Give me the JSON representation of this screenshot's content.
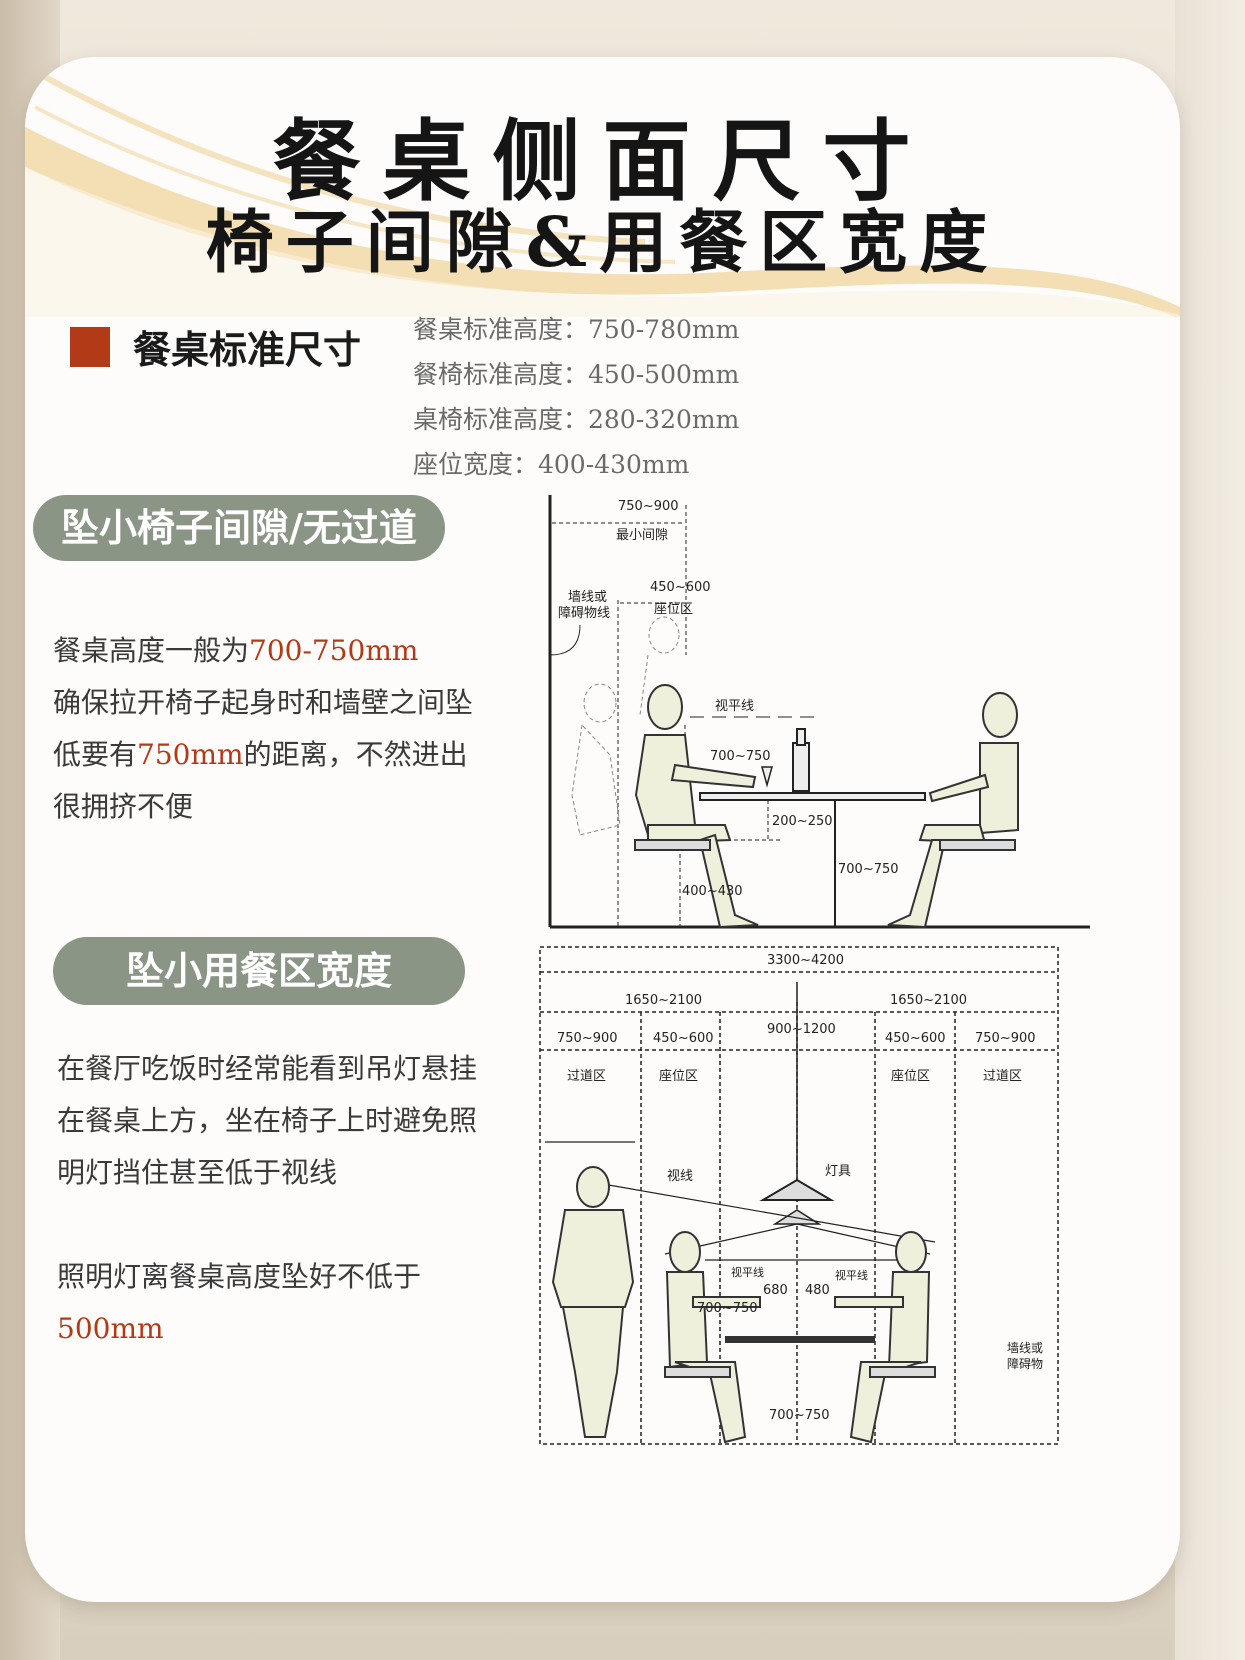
{
  "title_line1": "餐桌侧面尺寸",
  "title_line2": "椅子间隙&用餐区宽度",
  "standard": {
    "heading": "餐桌标准尺寸",
    "specs": [
      "餐桌标准高度：750-780mm",
      "餐椅标准高度：450-500mm",
      "桌椅标准高度：280-320mm",
      "座位宽度：400-430mm"
    ]
  },
  "section1": {
    "pill": "坠小椅子间隙/无过道",
    "p1_pre": "餐桌高度一般为",
    "p1_hi": "700-750mm",
    "p2": "确保拉开椅子起身时和墙壁之间坠",
    "p3_pre": "低要有",
    "p3_hi": "750mm",
    "p3_post": "的距离，不然进出",
    "p4": "很拥挤不便"
  },
  "section2": {
    "pill": "坠小用餐区宽度",
    "lines": [
      "在餐厅吃饭时经常能看到吊灯悬挂",
      "在餐桌上方，坐在椅子上时避免照",
      "明灯挡住甚至低于视线"
    ],
    "p2": "照明灯离餐桌高度坠好不低于",
    "p2_hi": "500mm"
  },
  "diagram1": {
    "min_gap_value": "750~900",
    "min_gap_label": "最小间隙",
    "seat_value": "450~600",
    "seat_label": "座位区",
    "wall_label_1": "墙线或",
    "wall_label_2": "障碍物线",
    "sightline": "视平线",
    "eye_height": "700~750",
    "gap": "200~250",
    "table_height": "700~750",
    "seat_height": "400~430"
  },
  "diagram2": {
    "total": "3300~4200",
    "half_left": "1650~2100",
    "half_right": "1650~2100",
    "aisle_left": "750~900",
    "seat_left": "450~600",
    "center": "900~1200",
    "seat_right": "450~600",
    "aisle_right": "750~900",
    "aisle_label_left": "过道区",
    "seat_label_left": "座位区",
    "seat_label_right": "座位区",
    "aisle_label_right": "过道区",
    "sight": "视线",
    "lamp": "灯具",
    "eye_left": "视平线",
    "eye_right": "视平线",
    "d680": "680",
    "d480": "480",
    "eye_height": "700~750",
    "table_height": "700~750",
    "wall_1": "墙线或",
    "wall_2": "障碍物"
  },
  "colors": {
    "accent": "#b33a16",
    "pill": "#8a9586",
    "swoosh": "#f1d9a6"
  }
}
